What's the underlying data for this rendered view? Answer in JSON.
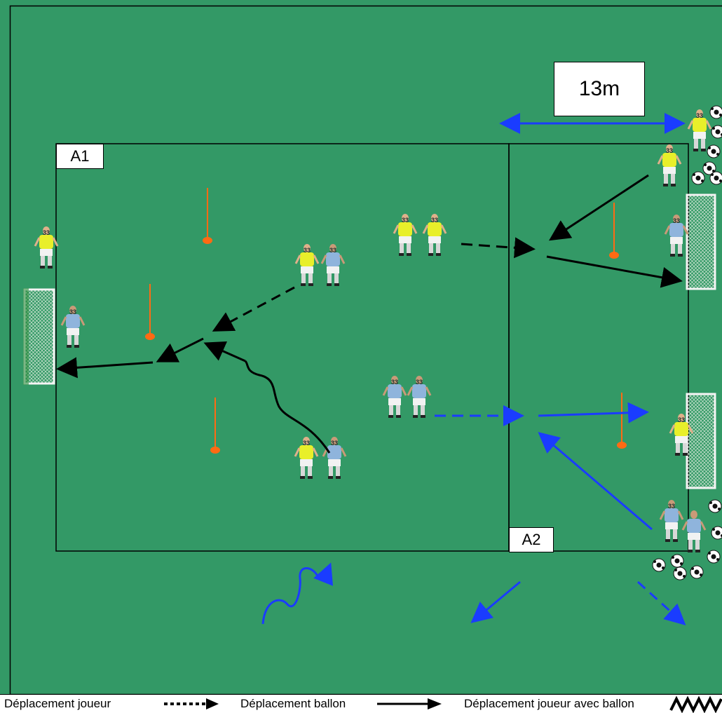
{
  "zones": {
    "a1": "A1",
    "a2": "A2"
  },
  "distance_label": "13m",
  "legend": {
    "player_move": "Déplacement joueur",
    "ball_move": "Déplacement ballon",
    "dribble": "Déplacement joueur avec ballon"
  },
  "jersey_numbers": {
    "yellow": "33",
    "blue": "33"
  },
  "colors": {
    "pitch": "#339966",
    "line": "#000000",
    "arrow_blue": "#1a3cff",
    "arrow_black": "#000000",
    "team_yellow": "#e8ef2a",
    "team_blue": "#8fb4dc",
    "cone": "#ff6a13"
  },
  "icons": [
    "player-icon",
    "goal-icon",
    "cone-icon",
    "ball-icon",
    "arrow-icon"
  ]
}
